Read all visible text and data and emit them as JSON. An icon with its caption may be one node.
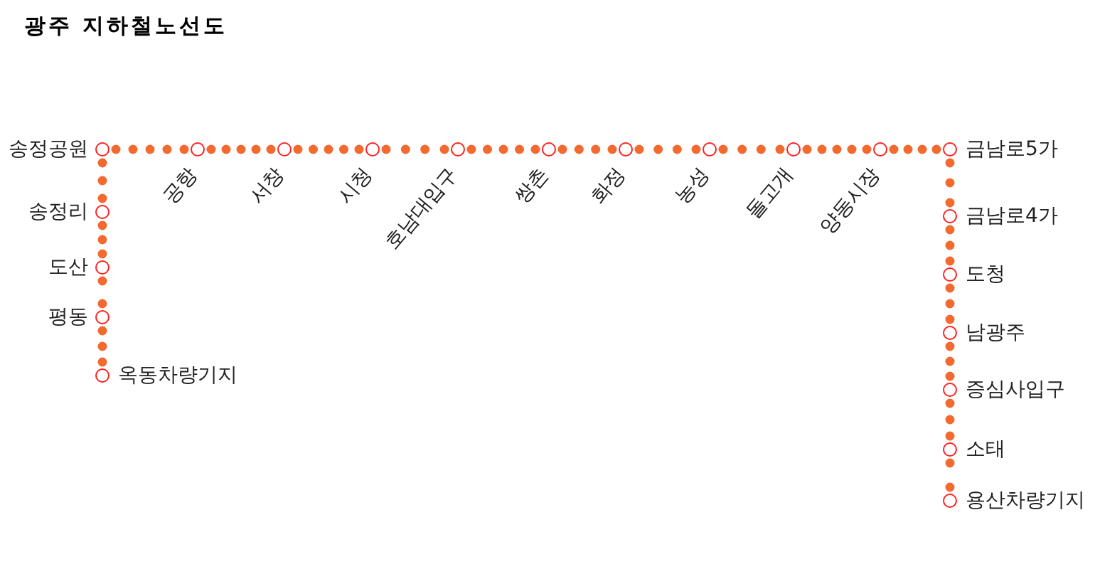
{
  "diagram": {
    "title": "광주 지하철노선도",
    "nodes": [
      {
        "text": [],
        "shape": "circle",
        "beside": [
          "옥동차량기지"
        ]
      },
      {
        "text": [],
        "shape": "circle",
        "beside": [
          "평동"
        ]
      },
      {
        "text": [],
        "shape": "circle",
        "beside": [
          "도산"
        ]
      },
      {
        "text": [],
        "shape": "circle",
        "beside": [
          "송정리"
        ]
      },
      {
        "text": [],
        "shape": "circle",
        "beside": [
          "송정공원"
        ]
      },
      {
        "text": [],
        "shape": "circle",
        "beside": [
          "공항"
        ]
      },
      {
        "text": [],
        "shape": "circle",
        "beside": [
          "서창"
        ]
      },
      {
        "text": [],
        "shape": "circle",
        "beside": [
          "시청"
        ]
      },
      {
        "text": [],
        "shape": "circle",
        "beside": [
          "호남대입구"
        ]
      },
      {
        "text": [],
        "shape": "circle",
        "beside": [
          "쌍촌"
        ]
      },
      {
        "text": [],
        "shape": "circle",
        "beside": [
          "화정"
        ]
      },
      {
        "text": [],
        "shape": "circle",
        "beside": [
          "농성"
        ]
      },
      {
        "text": [],
        "shape": "circle",
        "beside": [
          "돌고개"
        ]
      },
      {
        "text": [],
        "shape": "circle",
        "beside": [
          "양동시장"
        ]
      },
      {
        "text": [],
        "shape": "circle",
        "beside": [
          "금남로5가"
        ]
      },
      {
        "text": [],
        "shape": "circle",
        "beside": [
          "금남로4가"
        ]
      },
      {
        "text": [],
        "shape": "circle",
        "beside": [
          "도청"
        ]
      },
      {
        "text": [],
        "shape": "circle",
        "beside": [
          "남광주"
        ]
      },
      {
        "text": [],
        "shape": "circle",
        "beside": [
          "증심사입구"
        ]
      },
      {
        "text": [],
        "shape": "circle",
        "beside": [
          "소태"
        ]
      },
      {
        "text": [],
        "shape": "circle",
        "beside": [
          "용산차량기지"
        ]
      }
    ],
    "edges": [
      {
        "from": 0,
        "to": 1,
        "arrow": "none"
      },
      {
        "from": 1,
        "to": 2,
        "arrow": "none"
      },
      {
        "from": 2,
        "to": 3,
        "arrow": "none"
      },
      {
        "from": 3,
        "to": 4,
        "arrow": "none"
      },
      {
        "from": 4,
        "to": 5,
        "arrow": "none"
      },
      {
        "from": 5,
        "to": 6,
        "arrow": "none"
      },
      {
        "from": 6,
        "to": 7,
        "arrow": "none"
      },
      {
        "from": 7,
        "to": 8,
        "arrow": "none"
      },
      {
        "from": 8,
        "to": 9,
        "arrow": "none"
      },
      {
        "from": 9,
        "to": 10,
        "arrow": "none"
      },
      {
        "from": 10,
        "to": 11,
        "arrow": "none"
      },
      {
        "from": 11,
        "to": 12,
        "arrow": "none"
      },
      {
        "from": 12,
        "to": 13,
        "arrow": "none"
      },
      {
        "from": 13,
        "to": 14,
        "arrow": "none"
      },
      {
        "from": 14,
        "to": 15,
        "arrow": "none"
      },
      {
        "from": 15,
        "to": 16,
        "arrow": "none"
      },
      {
        "from": 16,
        "to": 17,
        "arrow": "none"
      },
      {
        "from": 17,
        "to": 18,
        "arrow": "none"
      },
      {
        "from": 18,
        "to": 19,
        "arrow": "none"
      },
      {
        "from": 19,
        "to": 20,
        "arrow": "none"
      }
    ]
  }
}
